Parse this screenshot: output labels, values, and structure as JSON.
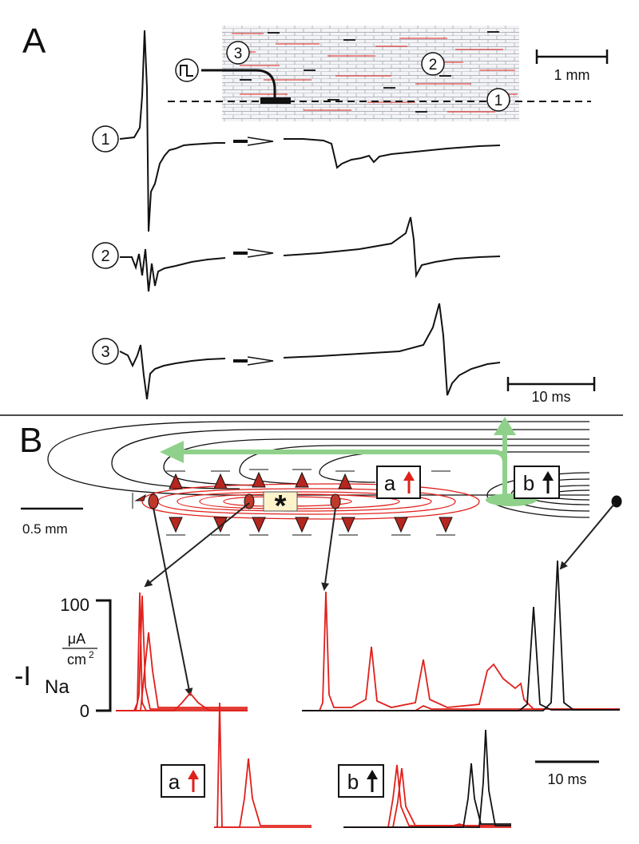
{
  "panel_a": {
    "label": "A",
    "scale_mm": "1 mm",
    "scale_ms": "10 ms",
    "circles": [
      "1",
      "2",
      "3"
    ],
    "stim_symbol": "⎍"
  },
  "panel_b": {
    "label": "B",
    "scale_mm": "0.5 mm",
    "scale_ms": "10 ms",
    "star": "*",
    "box_a": "a",
    "box_b": "b",
    "y_top": "100",
    "y_zero": "0",
    "y_label": "-I",
    "y_label_sub": "Na",
    "unit_num": "μA",
    "unit_den": "cm",
    "unit_sup": "2"
  },
  "colors": {
    "red": "#e0201b",
    "dark_red": "#b5261e",
    "green": "#8fd18a",
    "black": "#111111"
  }
}
